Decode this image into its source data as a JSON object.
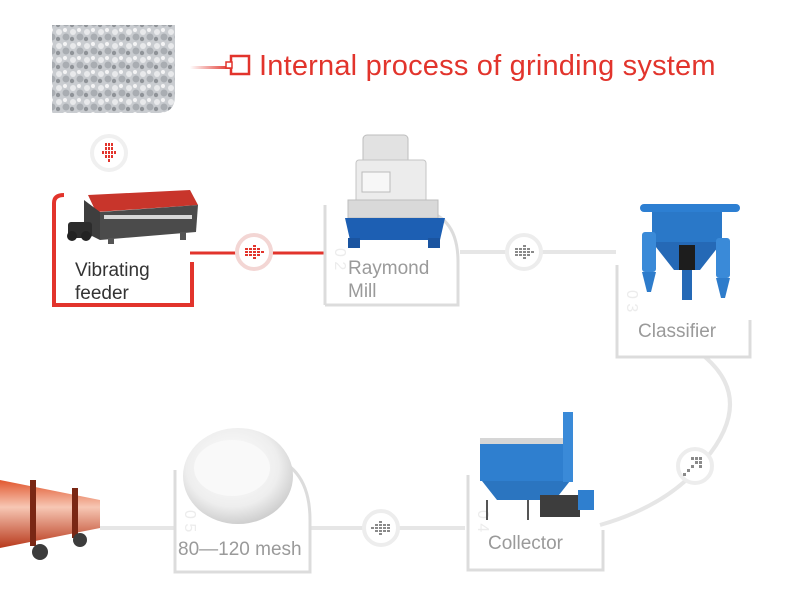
{
  "title": "Internal process of grinding system",
  "colors": {
    "accent": "#e2342c",
    "connector": "#e6e6e6",
    "card_border": "#d9d9d9",
    "machine_blue": "#1f6fc4",
    "mill_white": "#e9e9e9"
  },
  "process": {
    "feeder": {
      "line1": "Vibrating",
      "line2": "feeder",
      "state": "active"
    },
    "mill": {
      "line1": "Raymond",
      "line2": "Mill"
    },
    "classifier": {
      "label": "Classifier"
    },
    "collector": {
      "label": "Collector"
    },
    "product": {
      "label": "80—120 mesh"
    }
  },
  "icons": {
    "arrow_down": "arrow-down-icon",
    "arrow_right": "arrow-right-icon",
    "arrow_left": "arrow-left-icon"
  }
}
